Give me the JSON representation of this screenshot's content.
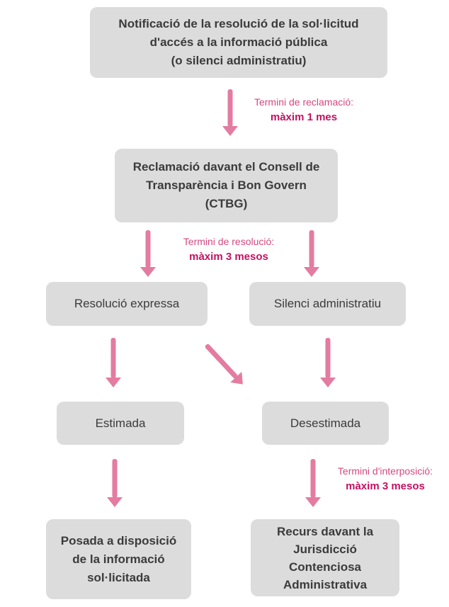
{
  "flowchart": {
    "colors": {
      "node_fill": "#dcdcdc",
      "node_text": "#3b3b3b",
      "arrow": "#e47ba1",
      "edge_label": "#d6487f",
      "edge_label_strong": "#c11262"
    },
    "nodes": {
      "notificacio": {
        "label": "Notificació de la resolució de la sol·licitud\nd'accés a la informació pública\n(o silenci administratiu)"
      },
      "reclamacio": {
        "label": "Reclamació davant el Consell de\nTransparència i Bon Govern\n(CTBG)"
      },
      "resolucio_expressa": {
        "label": "Resolució expressa"
      },
      "silenci_administratiu": {
        "label": "Silenci administratiu"
      },
      "estimada": {
        "label": "Estimada"
      },
      "desestimada": {
        "label": "Desestimada"
      },
      "posada_disposicio": {
        "label": "Posada a disposició\nde la informació\nsol·licitada"
      },
      "recurs_jurisdiccio": {
        "label": "Recurs davant la\nJurisdicció\nContenciosa\nAdministrativa"
      }
    },
    "edges": {
      "reclamacio": {
        "line1": "Termini de reclamació:",
        "line2": "màxim 1 mes"
      },
      "resolucio": {
        "line1": "Termini de resolució:",
        "line2": "màxim 3 mesos"
      },
      "interposicio": {
        "line1": "Termini d'interposició:",
        "line2": "màxim 3 mesos"
      }
    }
  }
}
